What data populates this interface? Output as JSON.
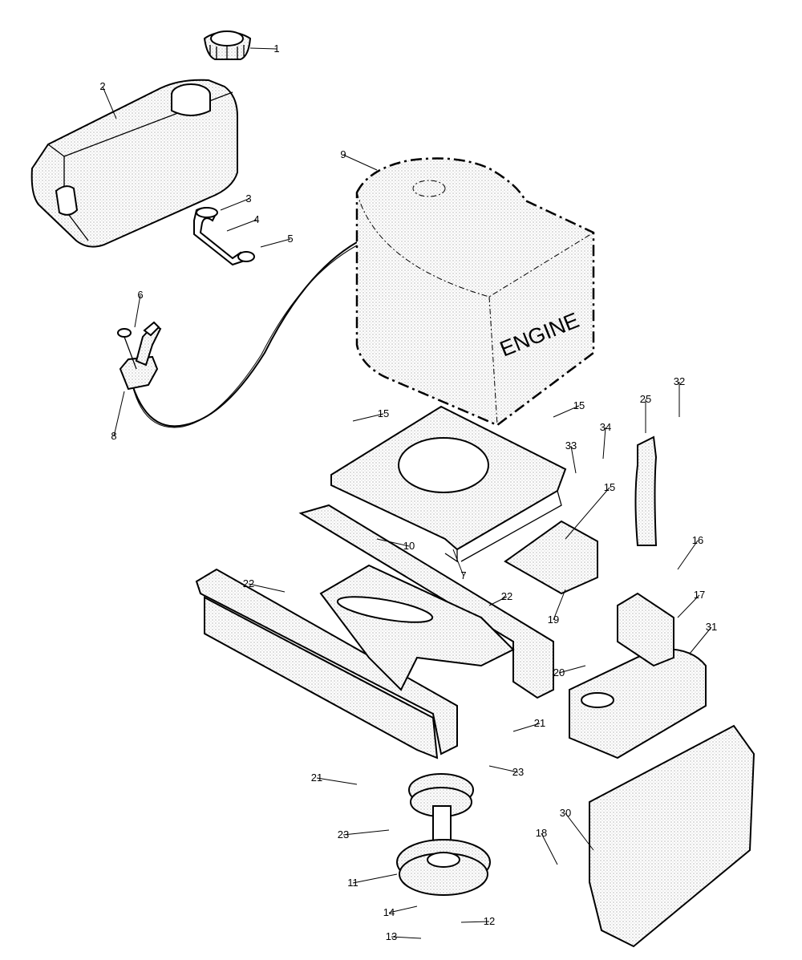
{
  "callouts": [
    {
      "id": "1",
      "part": "fuel-cap"
    },
    {
      "id": "2",
      "part": "fuel-tank"
    },
    {
      "id": "3",
      "part": "hose-clamp-upper"
    },
    {
      "id": "4",
      "part": "fuel-line"
    },
    {
      "id": "5",
      "part": "hose-clamp-lower"
    },
    {
      "id": "6",
      "part": "throttle-screw"
    },
    {
      "id": "7",
      "part": "engine-mounting-plate"
    },
    {
      "id": "8",
      "part": "throttle-control"
    },
    {
      "id": "9",
      "part": "engine"
    },
    {
      "id": "10",
      "part": "mount-nut"
    },
    {
      "id": "11",
      "part": "lower-pulley"
    },
    {
      "id": "12",
      "part": "locknut"
    },
    {
      "id": "13",
      "part": "pulley-bolt"
    },
    {
      "id": "14",
      "part": "pulley-washer"
    },
    {
      "id": "15a",
      "part": "mount-bolt-left"
    },
    {
      "id": "15b",
      "part": "mount-bolt-right"
    },
    {
      "id": "15c",
      "part": "bracket-bolt"
    },
    {
      "id": "16",
      "part": "bracket-screw"
    },
    {
      "id": "17",
      "part": "muffler-bracket"
    },
    {
      "id": "18",
      "part": "shield-screw"
    },
    {
      "id": "19",
      "part": "muffler-support"
    },
    {
      "id": "20",
      "part": "muffler-bolt"
    },
    {
      "id": "21a",
      "part": "frame-bolt-right"
    },
    {
      "id": "21b",
      "part": "frame-bolt-left"
    },
    {
      "id": "22a",
      "part": "frame-nuts-left"
    },
    {
      "id": "22b",
      "part": "frame-nuts-right"
    },
    {
      "id": "23a",
      "part": "stud-right"
    },
    {
      "id": "23b",
      "part": "stud-left"
    },
    {
      "id": "25",
      "part": "exhaust-pipe"
    },
    {
      "id": "30",
      "part": "heat-shield"
    },
    {
      "id": "31",
      "part": "muffler"
    },
    {
      "id": "32",
      "part": "exhaust-gasket"
    },
    {
      "id": "33",
      "part": "exhaust-bolt"
    },
    {
      "id": "34",
      "part": "exhaust-washer"
    }
  ],
  "labels": {
    "c1": "1",
    "c2": "2",
    "c3": "3",
    "c4": "4",
    "c5": "5",
    "c6": "6",
    "c7": "7",
    "c8": "8",
    "c9": "9",
    "c10": "10",
    "c11": "11",
    "c12": "12",
    "c13": "13",
    "c14": "14",
    "c15a": "15",
    "c15b": "15",
    "c15c": "15",
    "c16": "16",
    "c17": "17",
    "c18": "18",
    "c19": "19",
    "c20": "20",
    "c21a": "21",
    "c21b": "21",
    "c22a": "22",
    "c22b": "22",
    "c23a": "23",
    "c23b": "23",
    "c25": "25",
    "c30": "30",
    "c31": "31",
    "c32": "32",
    "c33": "33",
    "c34": "34"
  },
  "engine_text": "ENGINE",
  "colors": {
    "line": "#000000",
    "background": "#ffffff",
    "stipple": "#9a9a9a"
  }
}
